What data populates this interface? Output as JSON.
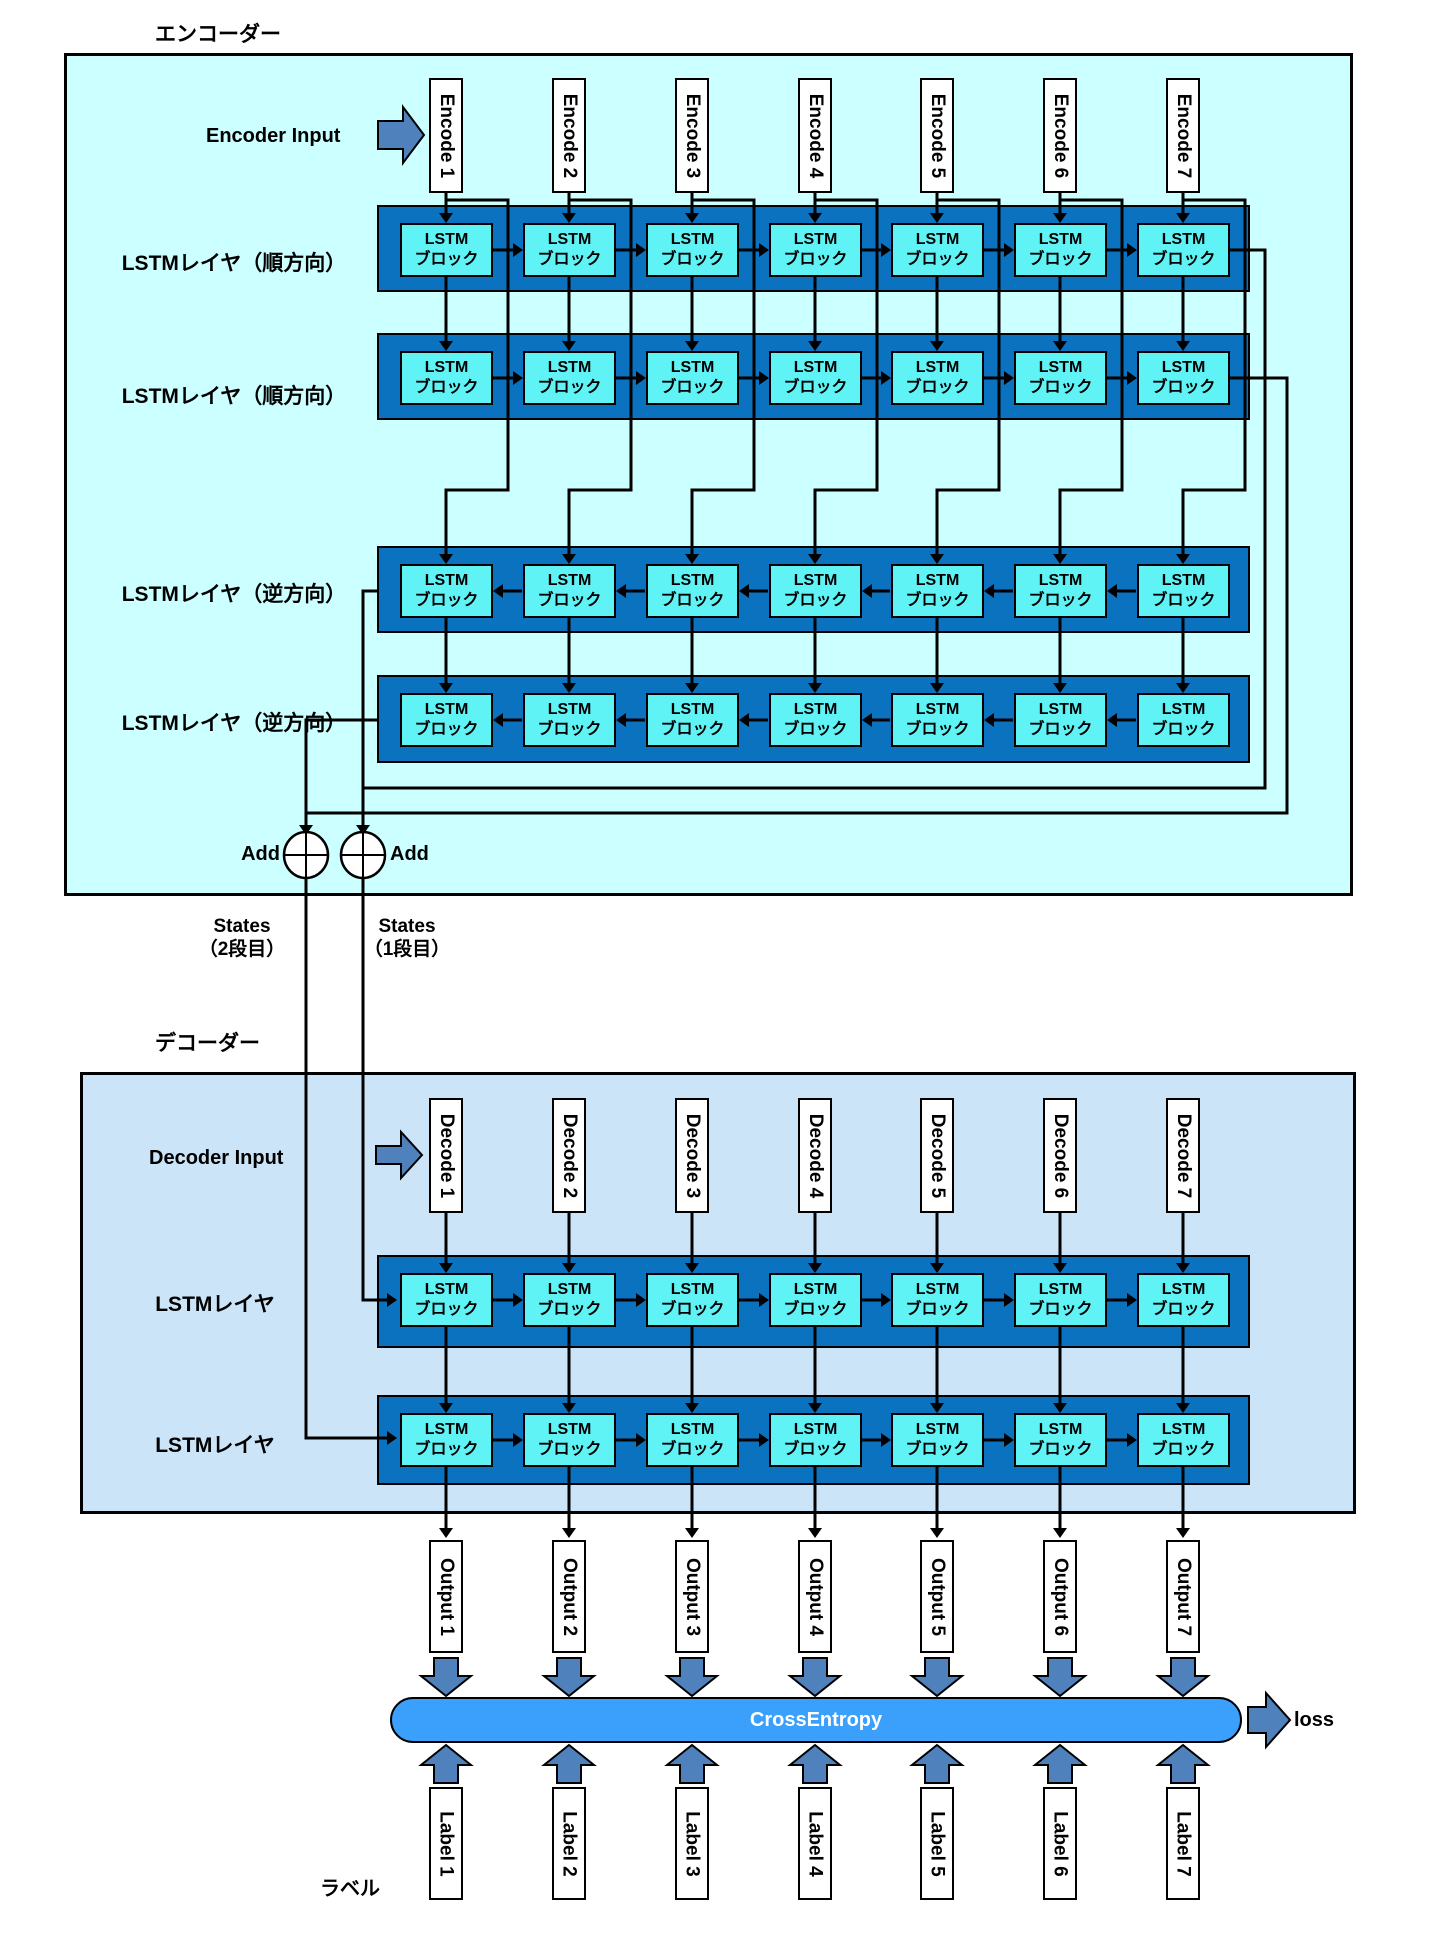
{
  "colors": {
    "encoder_fill": "#CCFFFF",
    "decoder_fill": "#CBE4F7",
    "layer_fill": "#0B72BF",
    "block_fill": "#5FF3F6",
    "bar_fill": "#3B9FFC",
    "arrow_fill": "#4F81BD",
    "line": "#000000",
    "box_fill": "#FFFFFF"
  },
  "encoder": {
    "title": "エンコーダー",
    "input_label": "Encoder Input",
    "inputs": [
      "Encode 1",
      "Encode 2",
      "Encode 3",
      "Encode 4",
      "Encode 5",
      "Encode 6",
      "Encode 7"
    ],
    "layers": [
      {
        "label": "LSTMレイヤ（順方向）",
        "direction": "forward"
      },
      {
        "label": "LSTMレイヤ（順方向）",
        "direction": "forward"
      },
      {
        "label": "LSTMレイヤ（逆方向）",
        "direction": "backward"
      },
      {
        "label": "LSTMレイヤ（逆方向）",
        "direction": "backward"
      }
    ],
    "block": [
      "LSTM",
      "ブロック"
    ],
    "add_left": "Add",
    "add_right": "Add",
    "states_left": [
      "States",
      "（2段目）"
    ],
    "states_right": [
      "States",
      "（1段目）"
    ]
  },
  "decoder": {
    "title": "デコーダー",
    "input_label": "Decoder Input",
    "inputs": [
      "Decode 1",
      "Decode 2",
      "Decode 3",
      "Decode 4",
      "Decode 5",
      "Decode 6",
      "Decode 7"
    ],
    "layers": [
      {
        "label": "LSTMレイヤ"
      },
      {
        "label": "LSTMレイヤ"
      }
    ],
    "block": [
      "LSTM",
      "ブロック"
    ]
  },
  "outputs": [
    "Output 1",
    "Output 2",
    "Output 3",
    "Output 4",
    "Output 5",
    "Output 6",
    "Output 7"
  ],
  "loss": {
    "bar_label": "CrossEntropy",
    "label": "loss"
  },
  "labels": {
    "caption": "ラベル",
    "items": [
      "Label 1",
      "Label 2",
      "Label 3",
      "Label 4",
      "Label 5",
      "Label 6",
      "Label 7"
    ]
  }
}
